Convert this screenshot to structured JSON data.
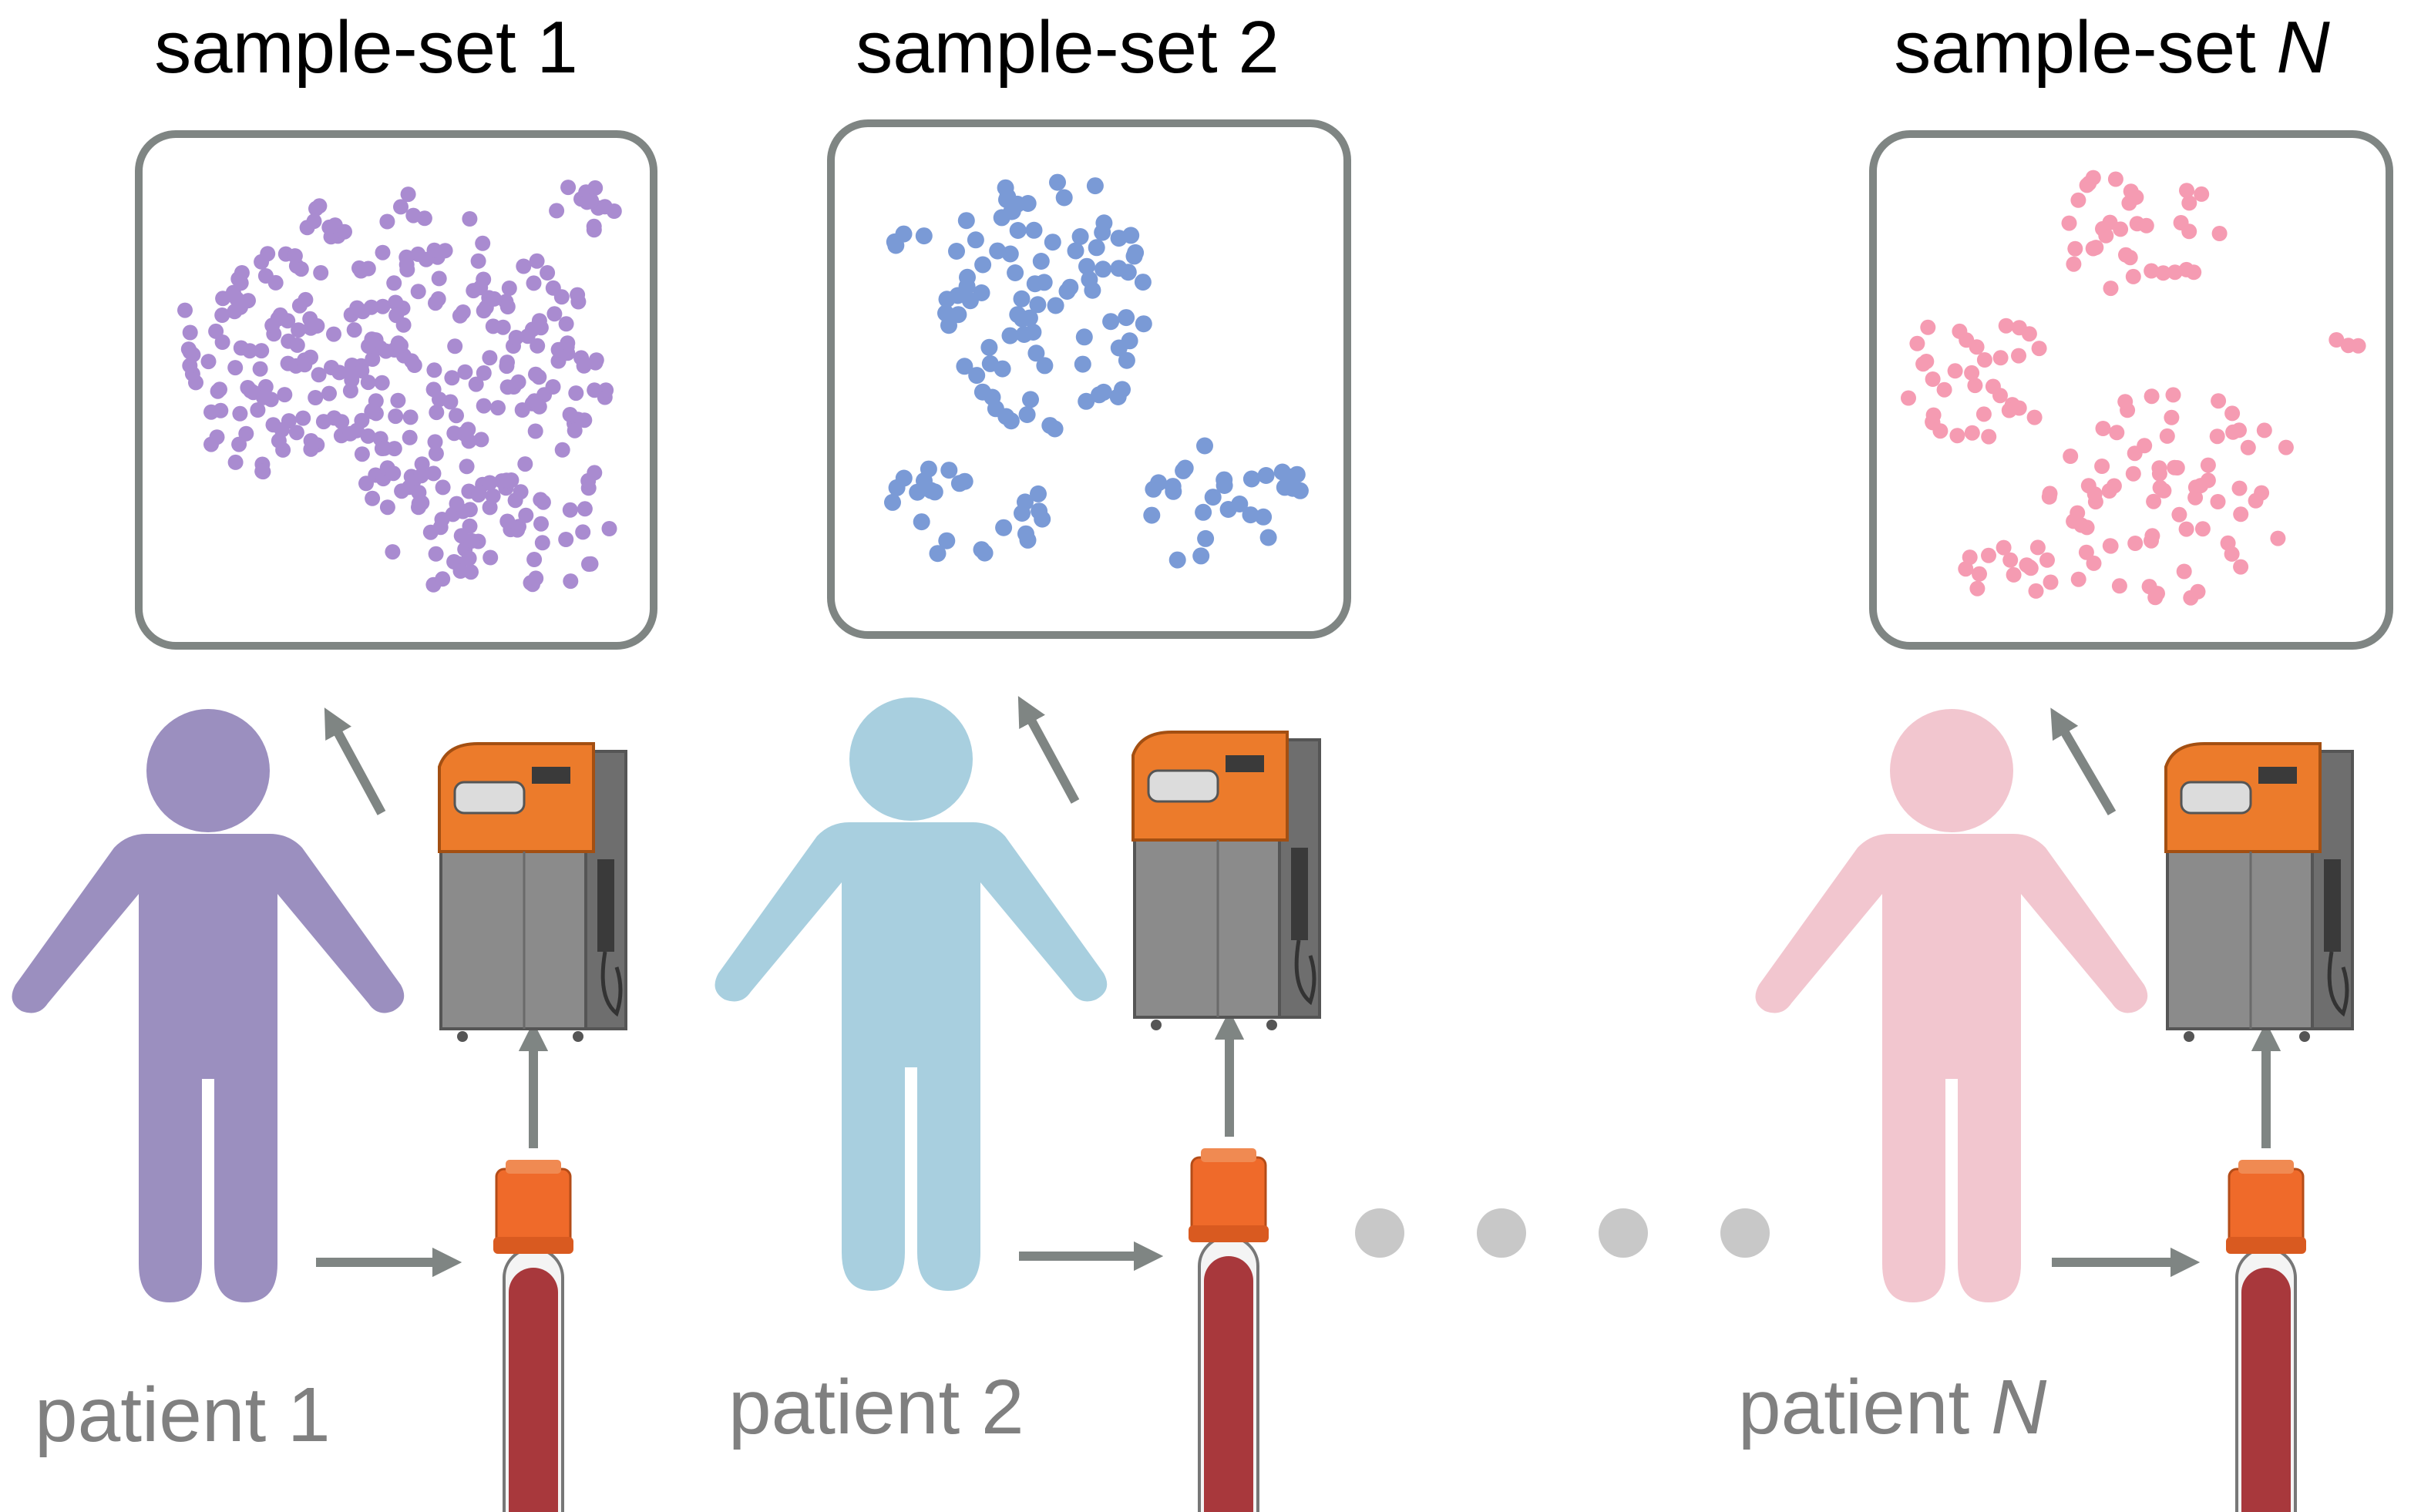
{
  "colors": {
    "purple": "#9b8fbf",
    "blue": "#a8cfdf",
    "pink": "#f2c6cf",
    "dots_purple": "#a98bd0",
    "dots_blue": "#7a9ad6",
    "dots_pink": "#f59bb2",
    "arrow": "#7f8583",
    "panel_border": "#7f8583",
    "tube_blood": "#a8383c",
    "tube_cap": "#ef6a2a",
    "machine_orange": "#ec7b2b",
    "machine_gray": "#8b8b8b",
    "ellipsis": "#c8c8c8"
  },
  "columns": [
    {
      "title_prefix": "sample-set ",
      "title_index": "1",
      "patient_prefix": "patient ",
      "patient_index": "1",
      "figure_color": "#9b8fbf",
      "dot_color": "#a98bd0",
      "cluster_layout": "purple"
    },
    {
      "title_prefix": "sample-set ",
      "title_index": "2",
      "patient_prefix": "patient ",
      "patient_index": "2",
      "figure_color": "#a8cfdf",
      "dot_color": "#7a9ad6",
      "cluster_layout": "blue"
    },
    {
      "title_prefix": "sample-set ",
      "title_index": "N",
      "patient_prefix": "patient ",
      "patient_index": "N",
      "figure_color": "#f2c6cf",
      "dot_color": "#f59bb2",
      "cluster_layout": "pink"
    }
  ],
  "icons": {
    "person": "person-icon",
    "tube": "blood-tube-icon",
    "machine": "sequencer-machine-icon",
    "arrow": "arrow-icon"
  }
}
